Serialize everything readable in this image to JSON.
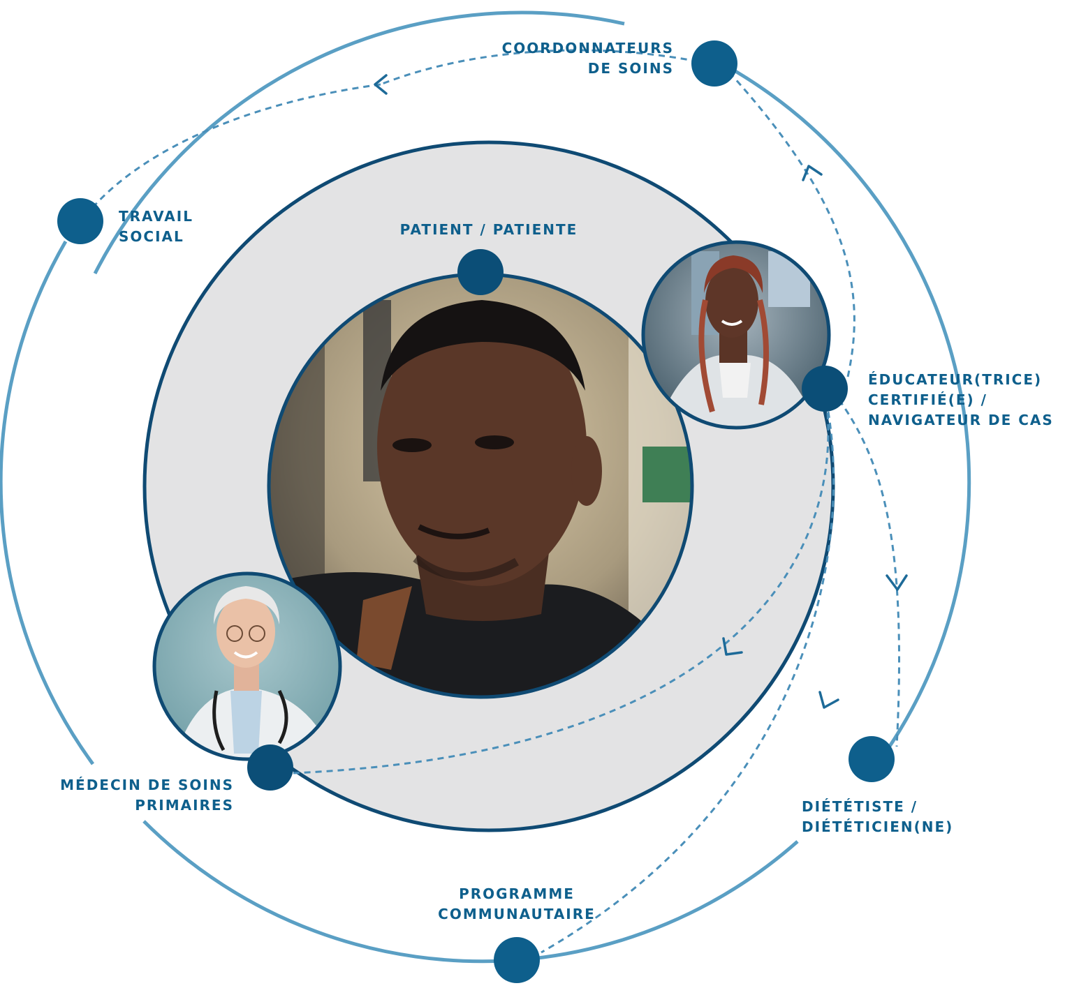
{
  "colors": {
    "outer_ring": "#5a9fc4",
    "inner_ring": "#0f4a73",
    "node": "#0e5f8c",
    "node_dark": "#0b4e77",
    "dashed": "#4a8fb9",
    "grey_band": "#e3e3e4",
    "text": "#0e5f8c"
  },
  "nodes": {
    "coordonnateurs": {
      "lines": [
        "COORDONNATEURS",
        "DE SOINS"
      ]
    },
    "travail_social": {
      "lines": [
        "TRAVAIL",
        "SOCIAL"
      ]
    },
    "patient": {
      "lines": [
        "PATIENT / PATIENTE"
      ]
    },
    "educateur": {
      "lines": [
        "ÉDUCATEUR(TRICE)",
        "CERTIFIÉ(E) /",
        "NAVIGATEUR DE CAS"
      ]
    },
    "medecin": {
      "lines": [
        "MÉDECIN DE SOINS",
        "PRIMAIRES"
      ]
    },
    "dieteticien": {
      "lines": [
        "DIÉTÉTISTE /",
        "DIÉTÉTICIEN(NE)"
      ]
    },
    "programme": {
      "lines": [
        "PROGRAMME",
        "COMMUNAUTAIRE"
      ]
    }
  },
  "photos": {
    "patient": "young-man-portrait",
    "educateur": "woman-with-braids-portrait",
    "medecin": "doctor-with-stethoscope-portrait"
  }
}
